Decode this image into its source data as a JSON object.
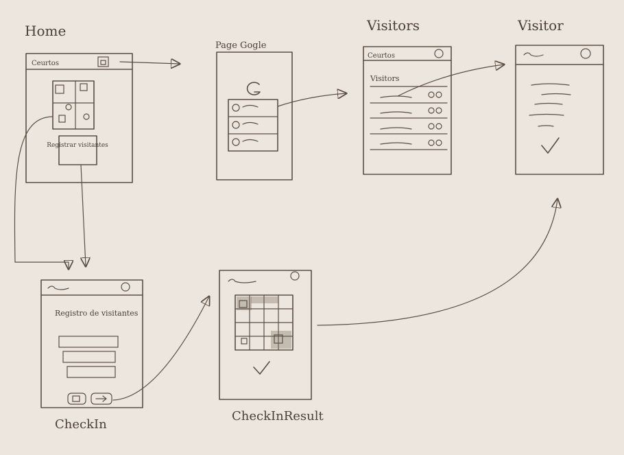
{
  "screens": {
    "home": {
      "title": "Home",
      "header_text": "Ceurtos",
      "button_label": "Registrar visitantes"
    },
    "page_google": {
      "title": "Page Gogle"
    },
    "visitors_list": {
      "title": "Visitors",
      "header_text": "Ceurtos",
      "section_label": "Visitors"
    },
    "visitor": {
      "title": "Visitor"
    },
    "check_in": {
      "title": "CheckIn",
      "form_label": "Registro de visitantes"
    },
    "check_in_result": {
      "title": "CheckInResult"
    }
  },
  "colors": {
    "paper": "#ece6de",
    "pencil": "#5a4e44"
  }
}
